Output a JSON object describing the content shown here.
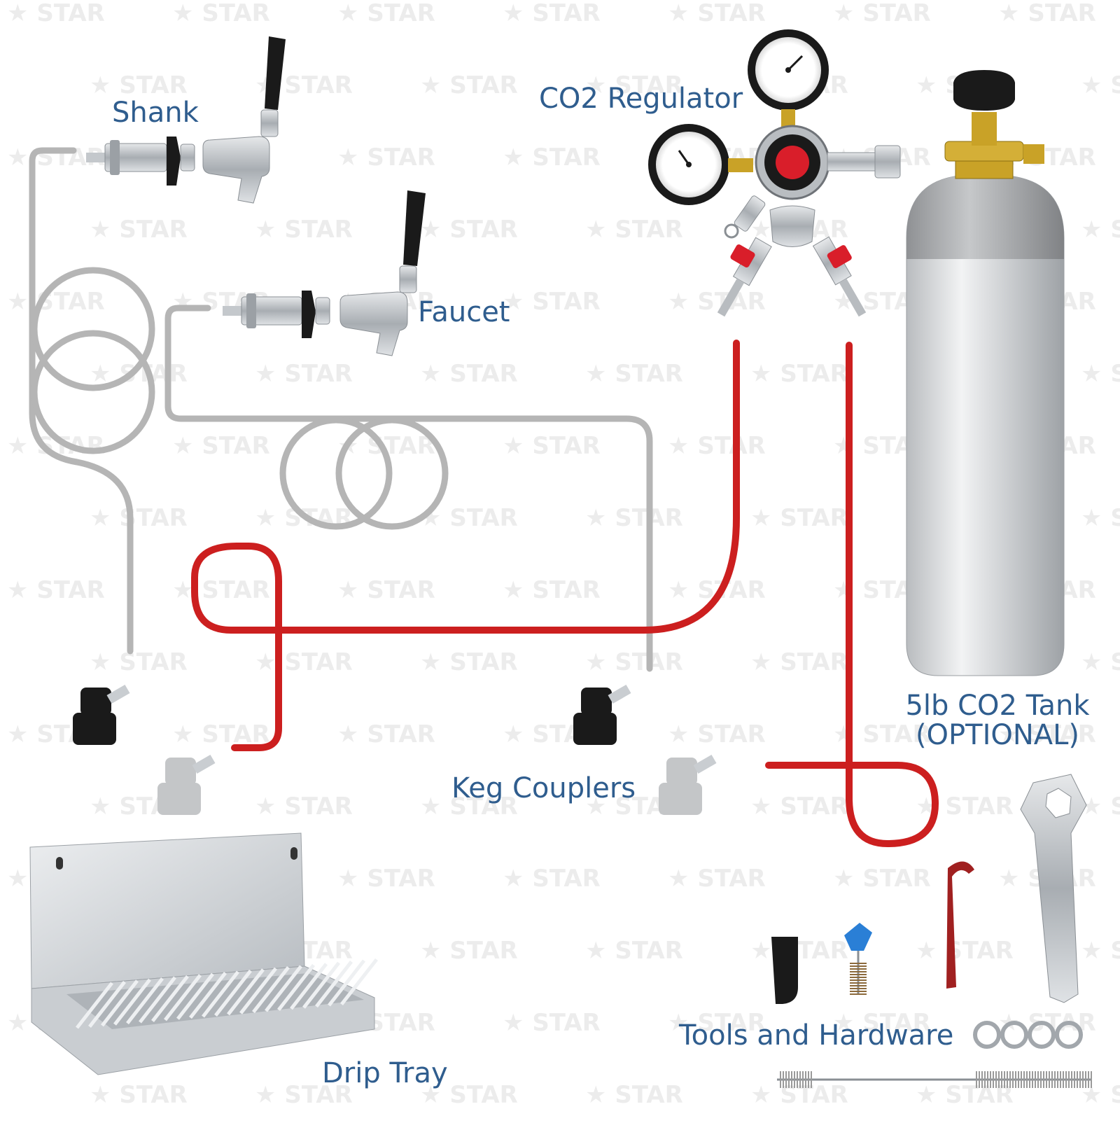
{
  "diagram": {
    "labels": {
      "shank": "Shank",
      "faucet": "Faucet",
      "co2_regulator": "CO2 Regulator",
      "tank_line1": "5lb CO2 Tank",
      "tank_line2": "(OPTIONAL)",
      "keg_couplers": "Keg Couplers",
      "drip_tray": "Drip Tray",
      "tools": "Tools and Hardware"
    },
    "watermark": "STAR",
    "colors": {
      "label": "#2f5d8e",
      "beer_line": "#b8b8b8",
      "gas_line": "#cc1f1f",
      "steel": "#c9cdd1",
      "black": "#1a1a1a",
      "tank_top": "#9a9a9a",
      "brass": "#c9a227",
      "blue_brush": "#2a7fd6"
    }
  }
}
